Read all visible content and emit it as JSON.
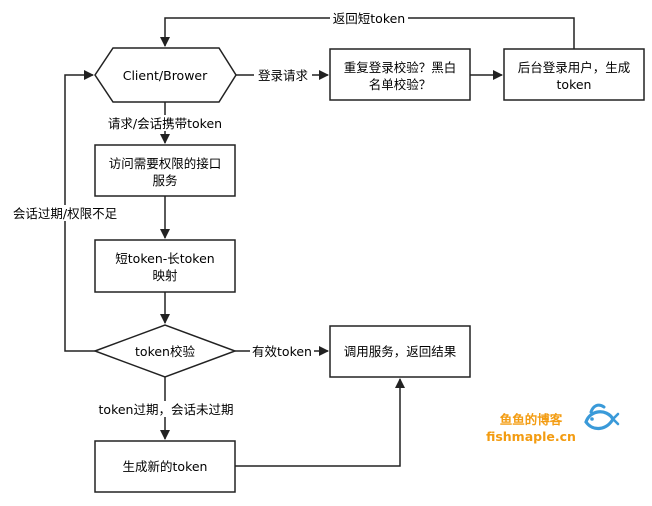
{
  "diagram": {
    "nodes": {
      "client": {
        "label": "Client/Brower"
      },
      "check_login": {
        "lines": [
          "重复登录校验？黑白",
          "名单校验？"
        ]
      },
      "backend_login": {
        "lines": [
          "后台登录用户，生成",
          "token"
        ]
      },
      "protected_api": {
        "lines": [
          "访问需要权限的接口",
          "服务"
        ]
      },
      "token_map": {
        "lines": [
          "短token-长token",
          "映射"
        ]
      },
      "token_check": {
        "label": "token校验"
      },
      "call_service": {
        "label": "调用服务，返回结果"
      },
      "new_token": {
        "label": "生成新的token"
      }
    },
    "edges": {
      "return_short_token": "返回短token",
      "login_request": "登录请求",
      "request_with_token": "请求/会话携带token",
      "session_expired": "会话过期/权限不足",
      "valid_token": "有效token",
      "token_expired": "token过期，会话未过期"
    }
  },
  "watermark": {
    "line1": "鱼鱼的博客",
    "line2": "fishmaple.cn",
    "color": "#f39c12",
    "icon_color": "#3a9ad9"
  }
}
